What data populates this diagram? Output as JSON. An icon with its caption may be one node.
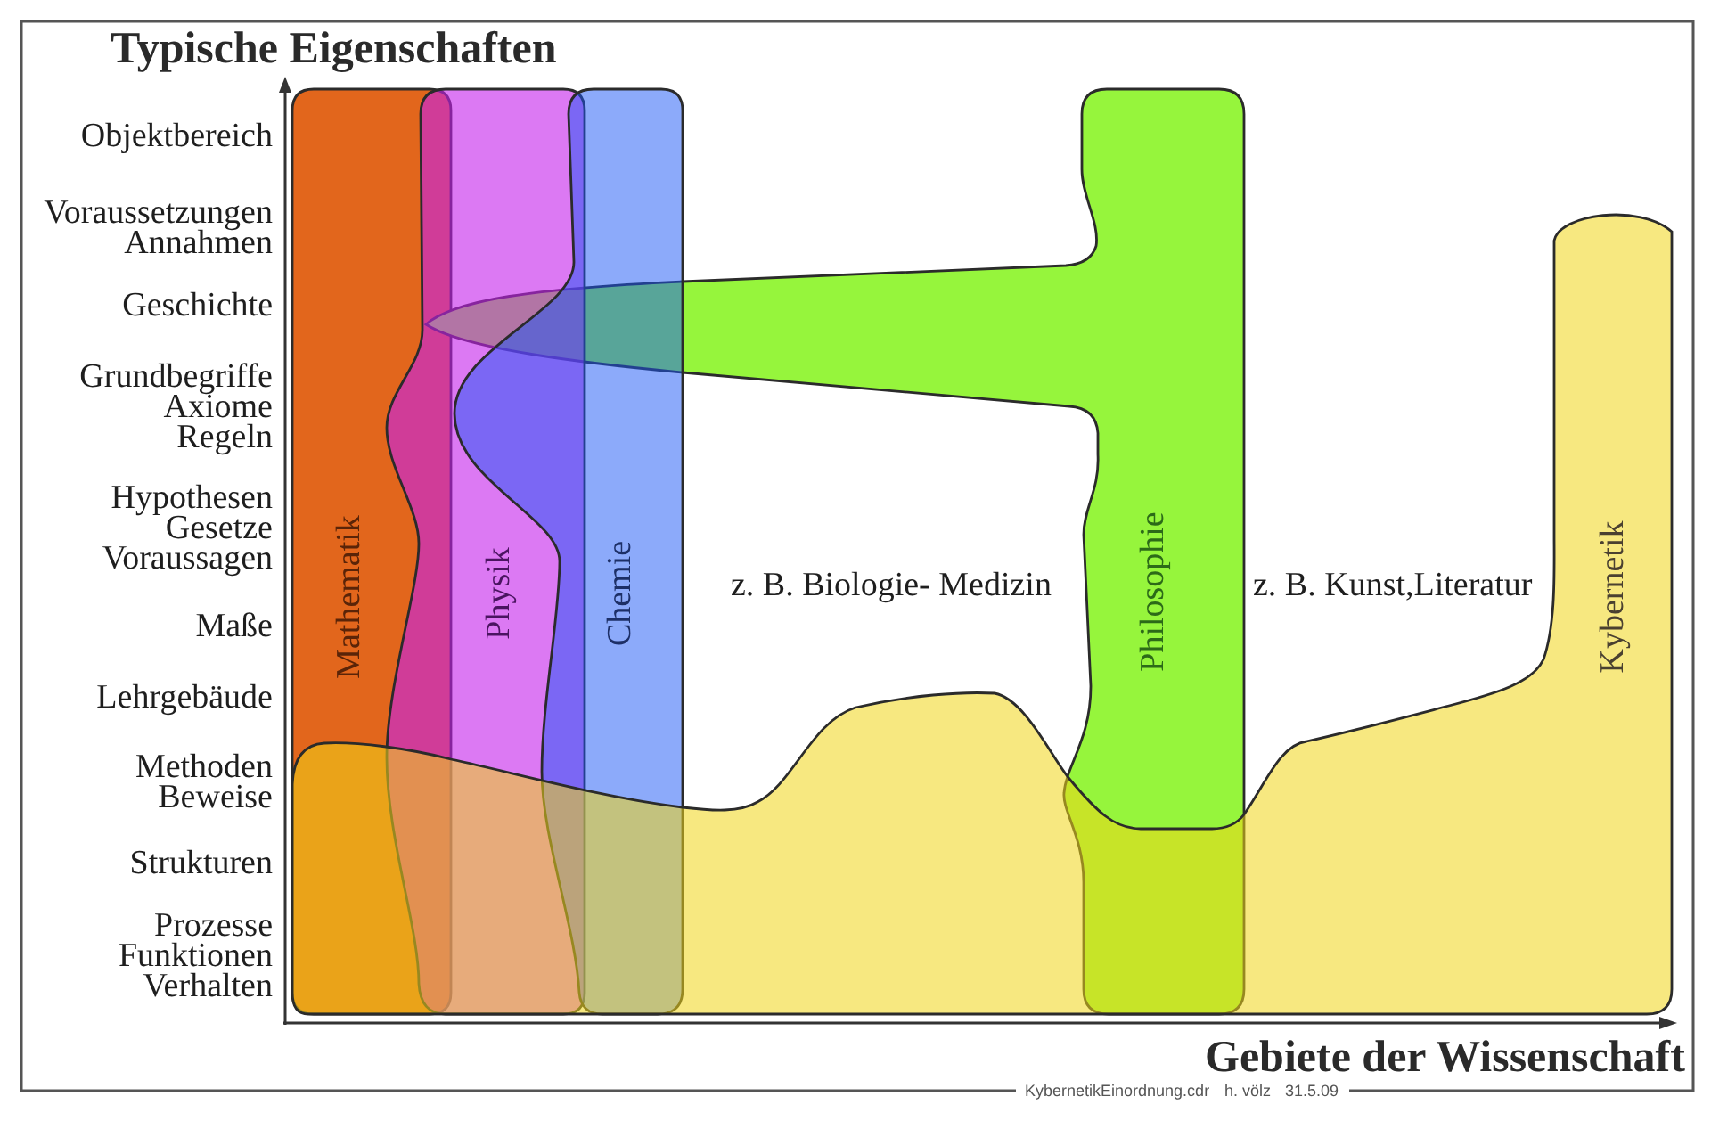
{
  "diagram": {
    "nodes": [
      {
        "text": [
          "Mathematik"
        ]
      },
      {
        "text": [
          "Physik"
        ]
      },
      {
        "text": [
          "Chemie"
        ]
      },
      {
        "text": [
          "Philosophie"
        ]
      },
      {
        "text": [
          "Kybernetik"
        ]
      }
    ],
    "labels": [
      "Typische Eigenschaften",
      "Objektbereich",
      "Voraussetzungen",
      "Annahmen",
      "Geschichte",
      "Grundbegriffe",
      "Axiome",
      "Regeln",
      "Hypothesen",
      "Gesetze",
      "Voraussagen",
      "z. B. Biologie- Medizin",
      "z. B. Kunst,Literatur",
      "Maße",
      "Lehrgebäude",
      "Methoden",
      "Beweise",
      "Strukturen",
      "Prozesse",
      "Funktionen",
      "Verhalten",
      "Gebiete der Wissenschaft",
      "KybernetikEinordnung.cdr",
      "h. völz",
      "31.5.09"
    ]
  }
}
